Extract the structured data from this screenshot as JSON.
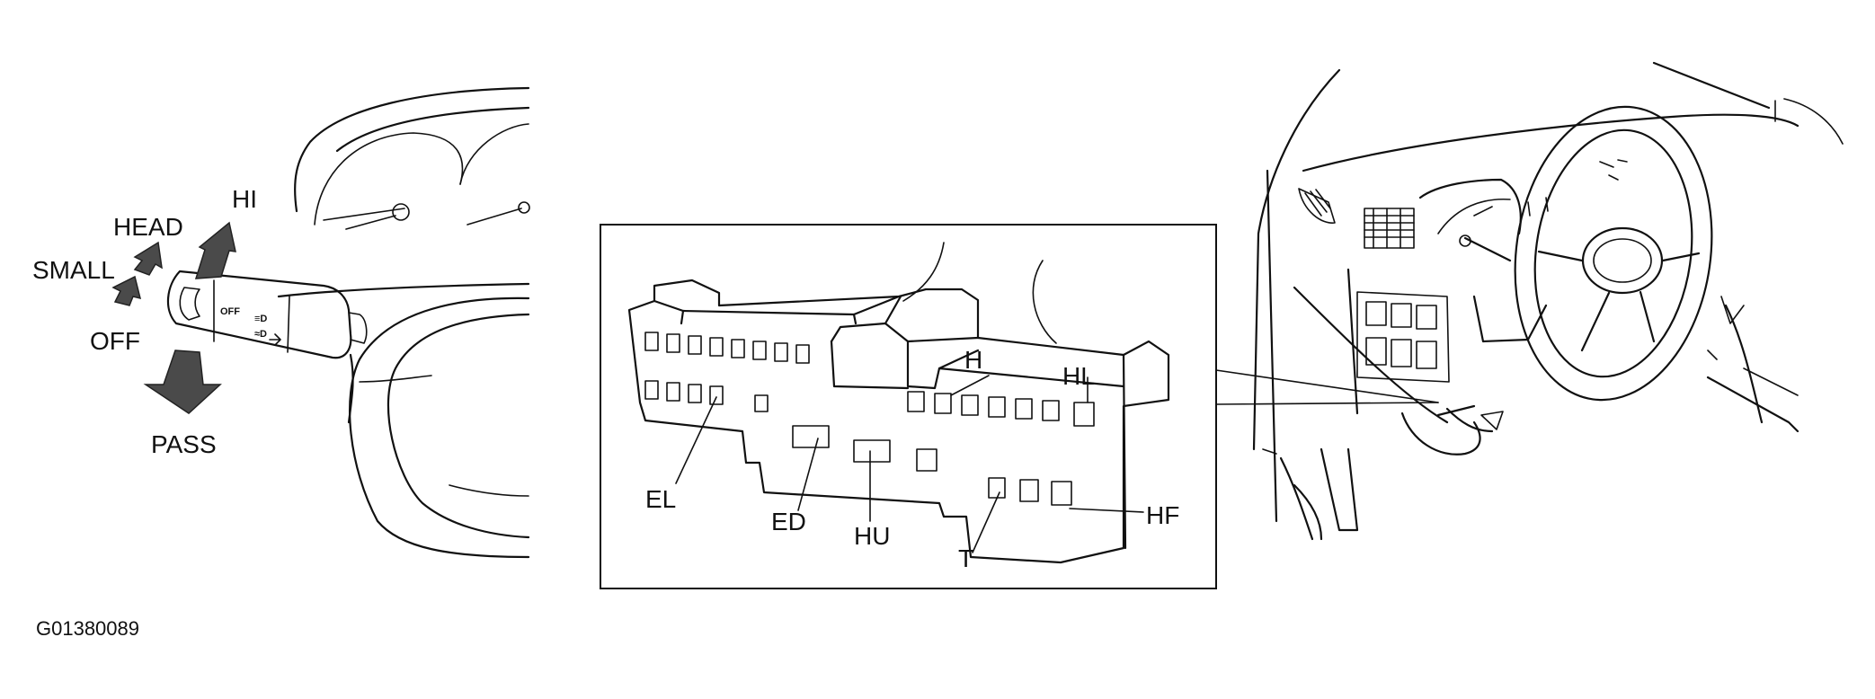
{
  "switch_positions": {
    "hi": "HI",
    "head": "HEAD",
    "small": "SMALL",
    "off": "OFF",
    "pass": "PASS"
  },
  "lever_markings": {
    "off": "OFF",
    "head": "≡D",
    "small": "≈D"
  },
  "connector_terminals": {
    "h": "H",
    "hl": "HL",
    "el": "EL",
    "ed": "ED",
    "hu": "HU",
    "t": "T",
    "hf": "HF"
  },
  "figure_code": "G01380089"
}
